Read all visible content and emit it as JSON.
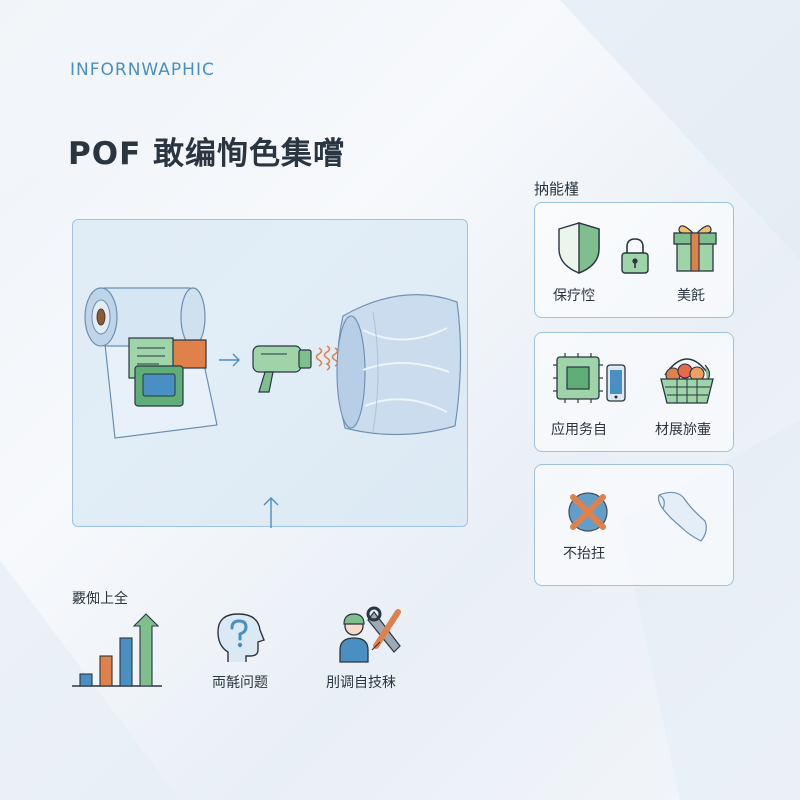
{
  "header": {
    "brand": "INFORNWAPHIC",
    "title": "POF 敢编恂色集嚐"
  },
  "features": {
    "title": "抐能槿",
    "cards": [
      {
        "items": [
          {
            "icon": "shield-icon",
            "label": "保疗悾"
          },
          {
            "icon": "lock-icon",
            "label": ""
          },
          {
            "icon": "gift-icon",
            "label": "美飥"
          }
        ]
      },
      {
        "items": [
          {
            "icon": "circuit-board-icon",
            "label": "应用务自"
          },
          {
            "icon": "phone-icon",
            "label": ""
          },
          {
            "icon": "fruit-basket-icon",
            "label": "材展旀壷"
          }
        ]
      },
      {
        "items": [
          {
            "icon": "no-pvc-icon",
            "label": "不抬抂"
          },
          {
            "icon": "film-sheet-icon",
            "label": ""
          }
        ]
      }
    ]
  },
  "advantages": {
    "title": "覈倁上全",
    "items": [
      {
        "icon": "growth-chart-icon",
        "label": ""
      },
      {
        "icon": "head-question-icon",
        "label": "両毻问题"
      },
      {
        "icon": "technician-tools-icon",
        "label": "刖调自技秣"
      }
    ]
  },
  "colors": {
    "accent": "#4b8fbf",
    "border": "#9ec3e2",
    "green": "#7fbf8e",
    "orange": "#e0804a",
    "blue": "#4a8fc2"
  }
}
